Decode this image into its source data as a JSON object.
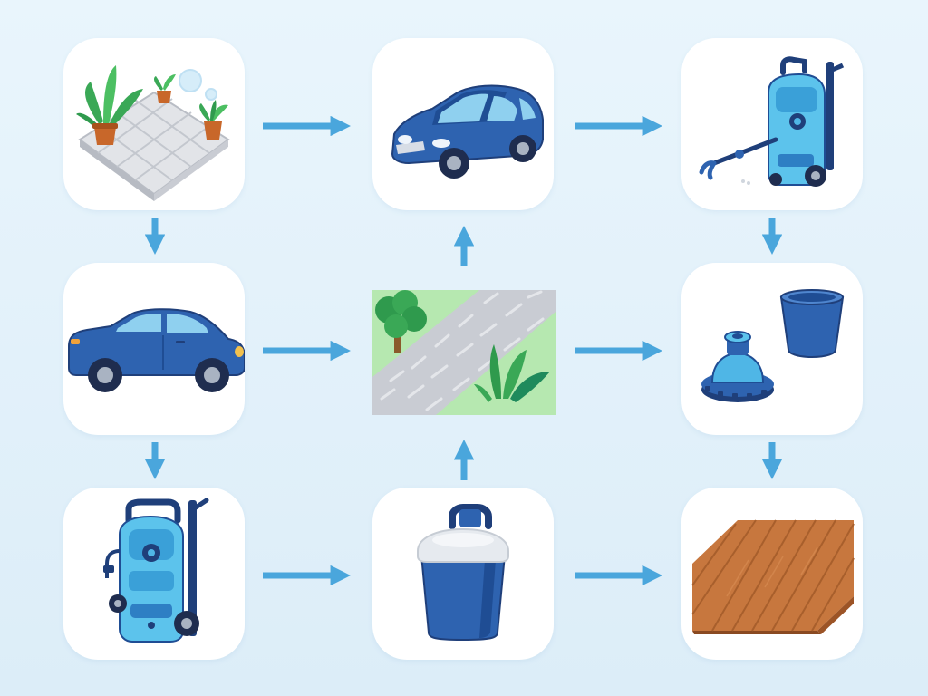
{
  "colors": {
    "background_top": "#e9f5fc",
    "background_bottom": "#dcedf8",
    "card": "#ffffff",
    "arrow": "#4aa6dc",
    "blue_dark": "#1f3f7a",
    "blue_mid": "#2e63b0",
    "blue_light": "#4fb6e6",
    "green": "#3aa856",
    "wood": "#c7773e",
    "paving": "#c9ccd3"
  },
  "nodes": [
    {
      "id": "c1",
      "icon": "garden-patio-icon"
    },
    {
      "id": "c2",
      "icon": "sedan-car-icon"
    },
    {
      "id": "c3",
      "icon": "pressure-washer-wand-icon"
    },
    {
      "id": "c4",
      "icon": "hatchback-car-icon"
    },
    {
      "id": "c5",
      "icon": "paved-path-scene-icon"
    },
    {
      "id": "c6",
      "icon": "nozzle-and-bucket-icon"
    },
    {
      "id": "c7",
      "icon": "pressure-washer-icon"
    },
    {
      "id": "c8",
      "icon": "detergent-bucket-icon"
    },
    {
      "id": "c9",
      "icon": "wooden-deck-icon"
    }
  ],
  "edges": [
    {
      "from": "c1",
      "to": "c2"
    },
    {
      "from": "c2",
      "to": "c3"
    },
    {
      "from": "c4",
      "to": "c5"
    },
    {
      "from": "c5",
      "to": "c6"
    },
    {
      "from": "c7",
      "to": "c8"
    },
    {
      "from": "c8",
      "to": "c9"
    },
    {
      "from": "c1",
      "to": "c4"
    },
    {
      "from": "c4",
      "to": "c7"
    },
    {
      "from": "c3",
      "to": "c6"
    },
    {
      "from": "c6",
      "to": "c9"
    },
    {
      "from": "c5",
      "to": "c2"
    },
    {
      "from": "c8",
      "to": "c5"
    }
  ]
}
